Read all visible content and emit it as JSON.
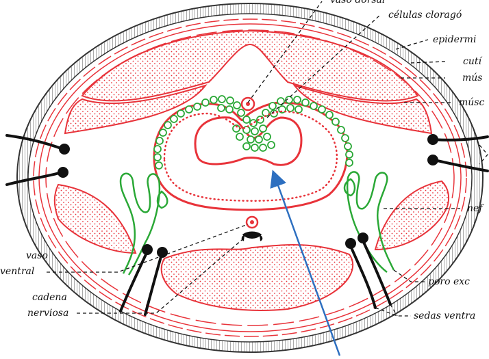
{
  "labels": {
    "vaso_dorsal": "vaso dorsal",
    "celulas_cloragogenas": "células cloragó",
    "epidermis": "epidermi",
    "cuticula": "cutí",
    "musculo_circular": "mús",
    "musculo_longitudinal": "músc",
    "nefridio": "nef",
    "poro_excretor": "poro exc",
    "sedas_ventrales": "sedas ventra",
    "vaso_ventral_1": "vaso",
    "vaso_ventral_2": "ventral",
    "cadena_nerviosa_1": "cadena",
    "cadena_nerviosa_2": "nerviosa"
  },
  "colors": {
    "muscle": "#e8333a",
    "gut_green": "#2aa836",
    "cuticle": "#555555",
    "arrow": "#2d6fc0",
    "leader": "#111111"
  }
}
